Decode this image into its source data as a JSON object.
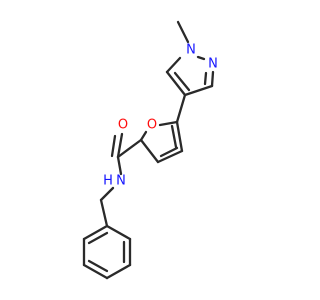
{
  "colors": {
    "bond": "#2a2a2a",
    "carbon": "#2a2a2a",
    "nitrogen": "#1515ff",
    "oxygen": "#ff0d0d"
  },
  "atoms": {
    "pyrazole_n1": "N",
    "pyrazole_n2": "N",
    "furan_o": "O",
    "carbonyl_o": "O",
    "amide_n": "N",
    "amide_h": "H"
  }
}
